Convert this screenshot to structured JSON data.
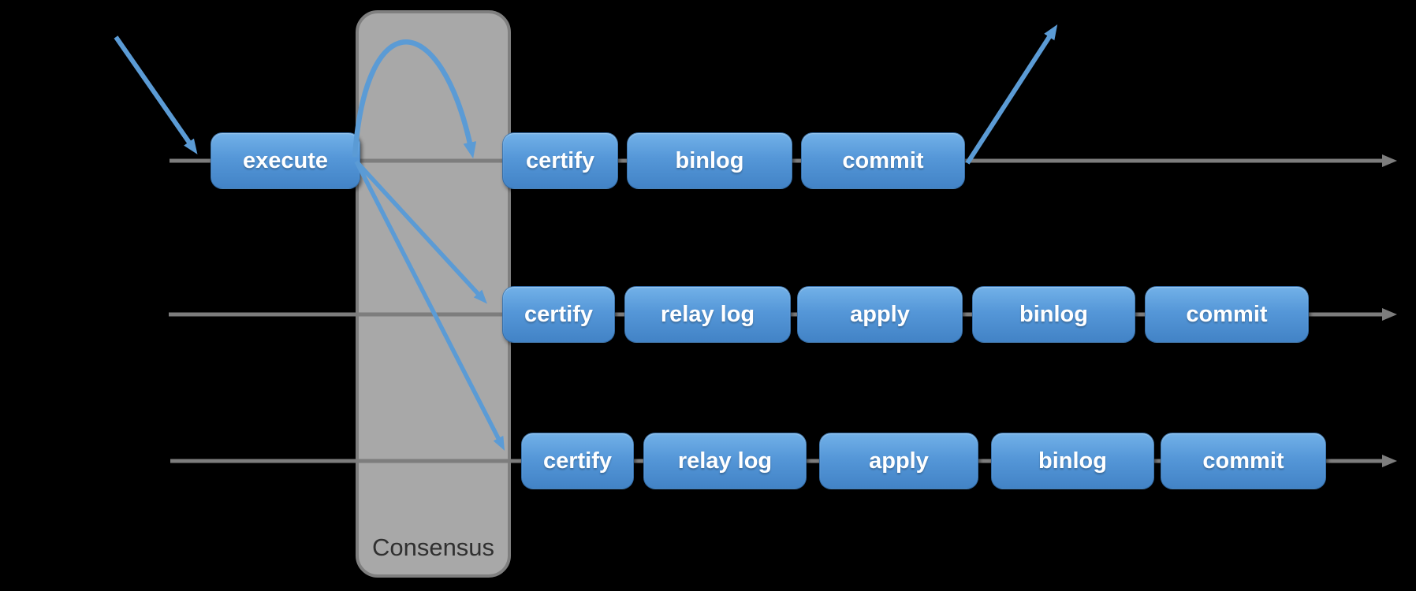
{
  "diagram": {
    "background": "#000000",
    "consensus": {
      "label": "Consensus"
    },
    "lanes": [
      {
        "id": "lane-1",
        "boxes": [
          {
            "label": "execute"
          },
          {
            "label": "certify"
          },
          {
            "label": "binlog"
          },
          {
            "label": "commit"
          }
        ]
      },
      {
        "id": "lane-2",
        "boxes": [
          {
            "label": "certify"
          },
          {
            "label": "relay log"
          },
          {
            "label": "apply"
          },
          {
            "label": "binlog"
          },
          {
            "label": "commit"
          }
        ]
      },
      {
        "id": "lane-3",
        "boxes": [
          {
            "label": "certify"
          },
          {
            "label": "relay log"
          },
          {
            "label": "apply"
          },
          {
            "label": "binlog"
          },
          {
            "label": "commit"
          }
        ]
      }
    ],
    "colors": {
      "lane_line": "#7d7d7d",
      "arrow_blue": "#5b9bd5",
      "box_gradient_top": "#72b1e8",
      "box_gradient_bottom": "#4283c6",
      "box_text": "#ffffff",
      "consensus_fill": "#a8a8a8",
      "consensus_border": "#7f7f7f",
      "consensus_text": "#303030"
    }
  }
}
